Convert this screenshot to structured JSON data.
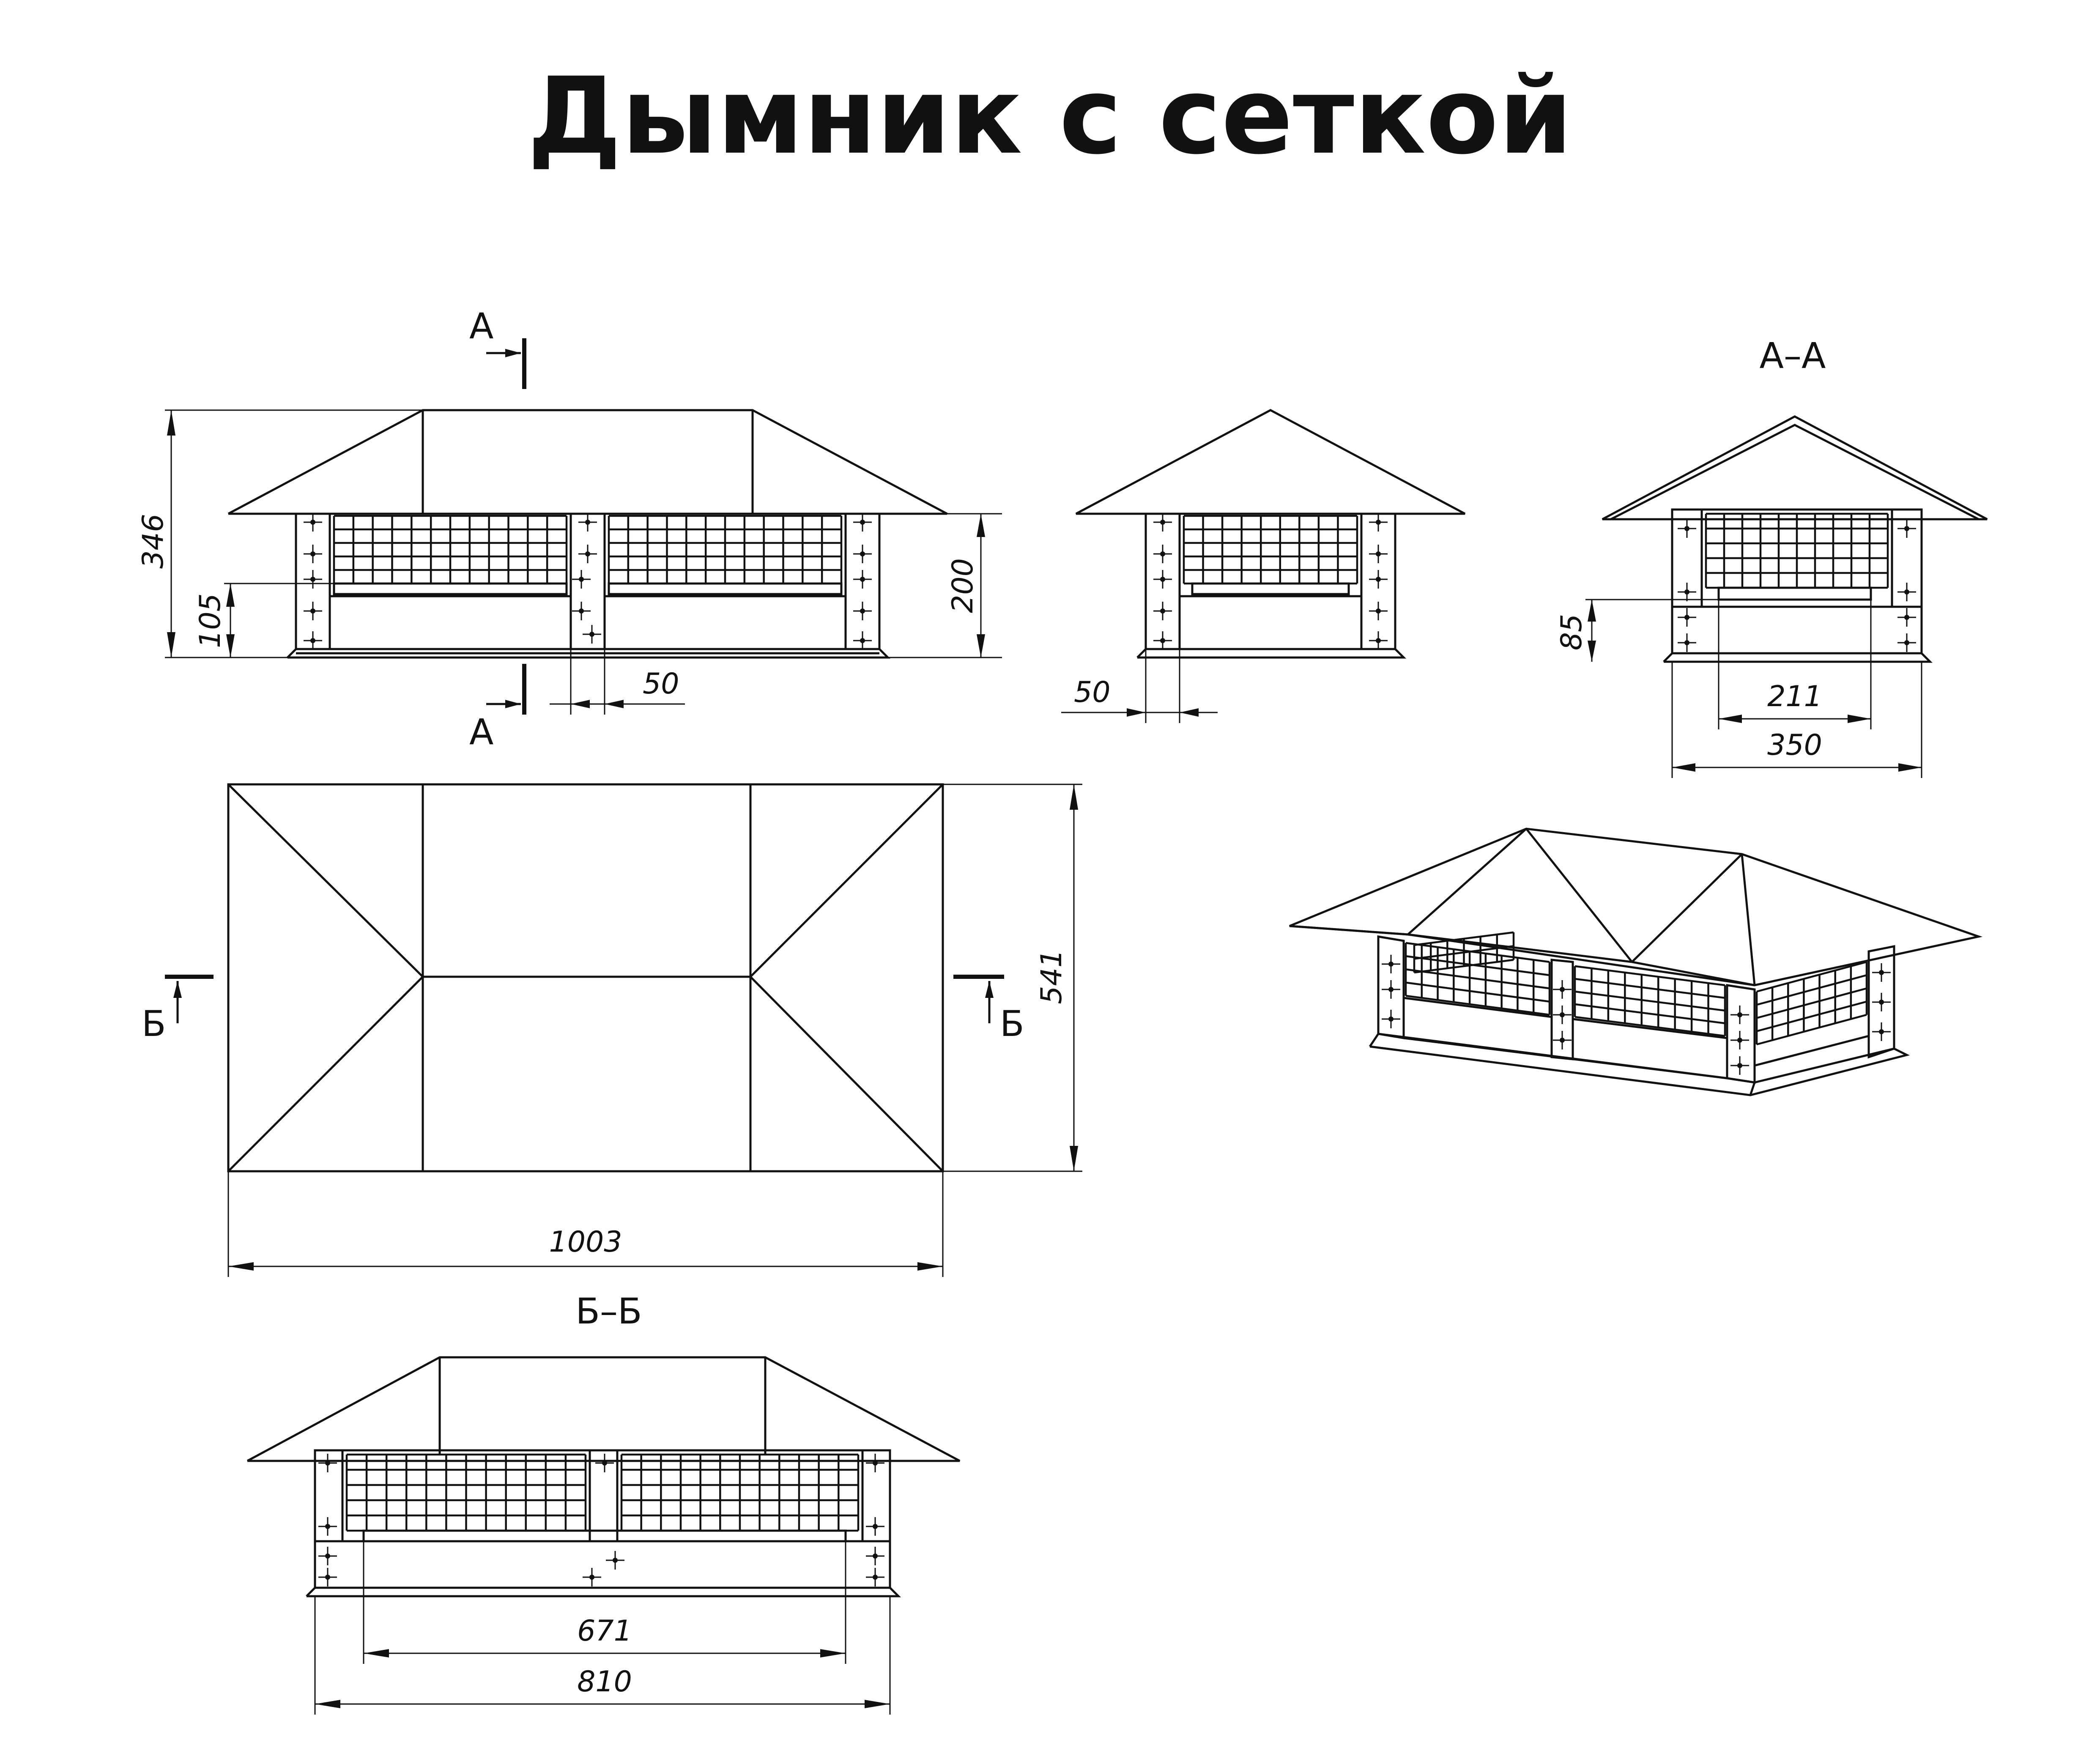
{
  "title": "Дымник с сеткой",
  "section_marks": {
    "a": "А",
    "b": "Б"
  },
  "section_titles": {
    "aa": "А–А",
    "bb": "Б–Б"
  },
  "dimensions": {
    "front_height": "346",
    "front_body_height": "200",
    "front_lower_height": "105",
    "front_post_width": "50",
    "side_post_width": "50",
    "aa_lower_height": "85",
    "aa_inner_width": "211",
    "aa_width": "350",
    "plan_width": "1003",
    "plan_depth": "541",
    "bb_inner_width": "671",
    "bb_width": "810"
  }
}
